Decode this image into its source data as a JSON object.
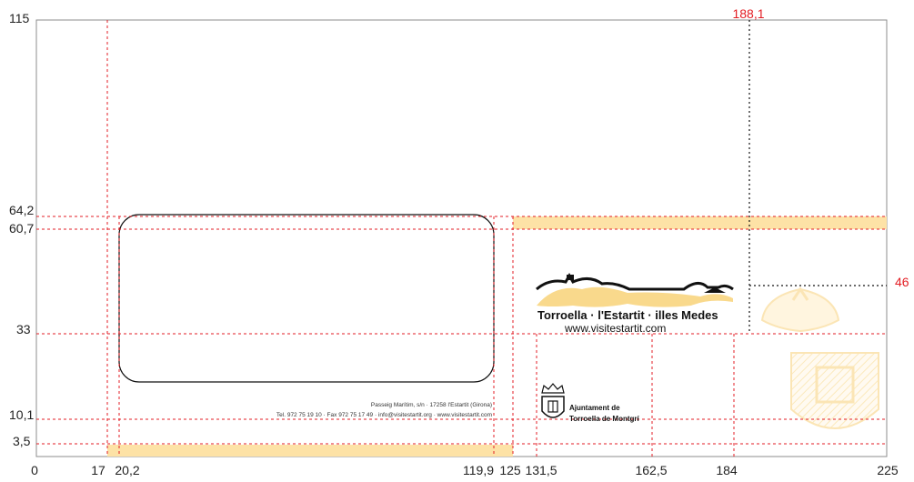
{
  "y_labels": {
    "y115": "115",
    "y64_2": "64,2",
    "y60_7": "60,7",
    "y33": "33",
    "y10_1": "10,1",
    "y3_5": "3,5"
  },
  "x_labels": {
    "x0": "0",
    "x17": "17",
    "x20_2": "20,2",
    "x119_9": "119,9",
    "x125": "125",
    "x131_5": "131,5",
    "x162_5": "162,5",
    "x184": "184",
    "x225": "225"
  },
  "callouts": {
    "top": "188,1",
    "right": "46"
  },
  "return_address": {
    "line1": "Passeig Marítim, s/n · 17258 l'Estartit (Girona)",
    "line2": "Tel. 972 75 19 10 · Fax 972 75 17 49 · info@visitestartit.org · www.visitestartit.com"
  },
  "brand": {
    "name": "Torroella · l'Estartit · illes Medes",
    "url": "www.visitestartit.com"
  },
  "council": {
    "line1": "Ajuntament de",
    "line2": "Torroella de Montgrí"
  },
  "colors": {
    "guide": "#e31e24",
    "band": "#fde2a6",
    "outline": "#8c8c8c",
    "ink": "#111111"
  }
}
